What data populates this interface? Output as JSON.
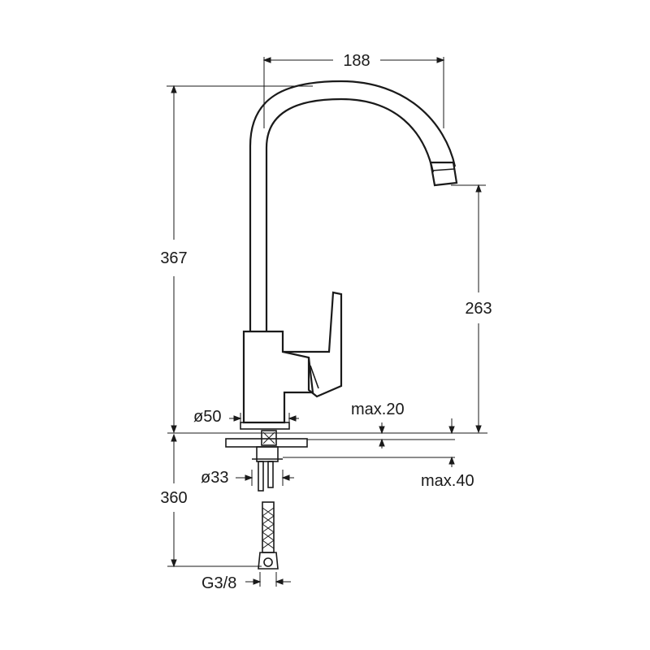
{
  "dimensions": {
    "spout_reach": "188",
    "total_height": "367",
    "outlet_height": "263",
    "base_diameter": "ø50",
    "max_deck_thickness_a": "max.20",
    "shank_diameter": "ø33",
    "max_deck_thickness_b": "max.40",
    "hose_length": "360",
    "connection_thread": "G3/8"
  },
  "colors": {
    "stroke": "#1a1a1a",
    "background": "#ffffff"
  }
}
